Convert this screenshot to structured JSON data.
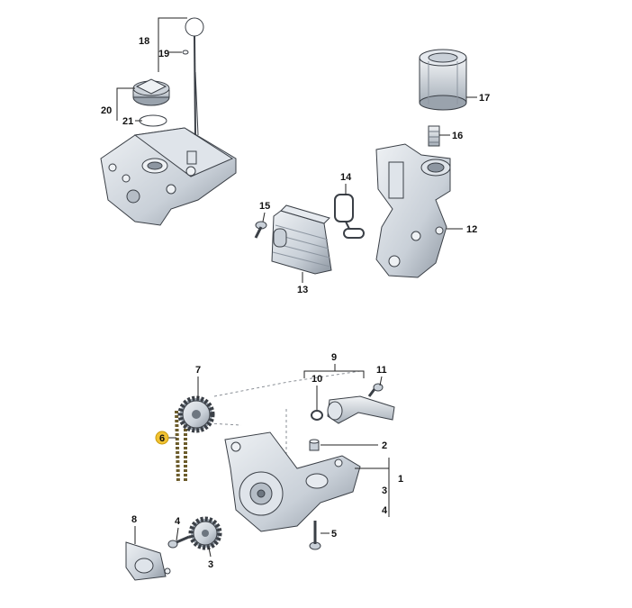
{
  "callouts": {
    "c1": "1",
    "c2": "2",
    "c3a": "3",
    "c3b": "3",
    "c4a": "4",
    "c4b": "4",
    "c5": "5",
    "c6": "6",
    "c7": "7",
    "c8": "8",
    "c9": "9",
    "c10": "10",
    "c11": "11",
    "c12": "12",
    "c13": "13",
    "c14": "14",
    "c15": "15",
    "c16": "16",
    "c17": "17",
    "c18": "18",
    "c19": "19",
    "c20": "20",
    "c21": "21"
  },
  "colors": {
    "part_fill": "#c9d0d8",
    "part_light": "#e6eaef",
    "part_dark": "#8d96a1",
    "highlight": "#f1c232",
    "chain": "#6b5b2a"
  },
  "icons": [
    "callout-marker-icon"
  ]
}
